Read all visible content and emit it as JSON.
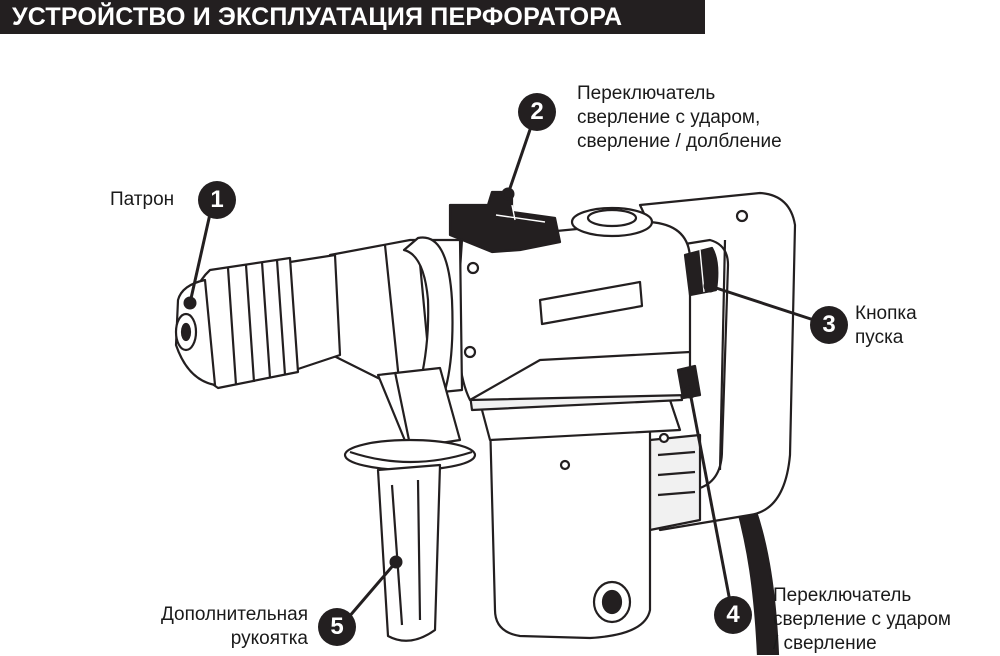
{
  "title": "УСТРОЙСТВО И ЭКСПЛУАТАЦИЯ ПЕРФОРАТОРА",
  "callouts": [
    {
      "number": "1",
      "lines": [
        "Патрон"
      ]
    },
    {
      "number": "2",
      "lines": [
        "Переключатель",
        "сверление с ударом,",
        "сверление / долбление"
      ]
    },
    {
      "number": "3",
      "lines": [
        "Кнопка",
        "пуска"
      ]
    },
    {
      "number": "4",
      "lines": [
        "Переключатель",
        "сверление с ударом",
        "/ сверление"
      ]
    },
    {
      "number": "5",
      "lines": [
        "Дополнительная",
        "рукоятка"
      ]
    }
  ],
  "colors": {
    "ink": "#231f20",
    "body": "#ffffff",
    "shade": "#e6e6e6"
  }
}
